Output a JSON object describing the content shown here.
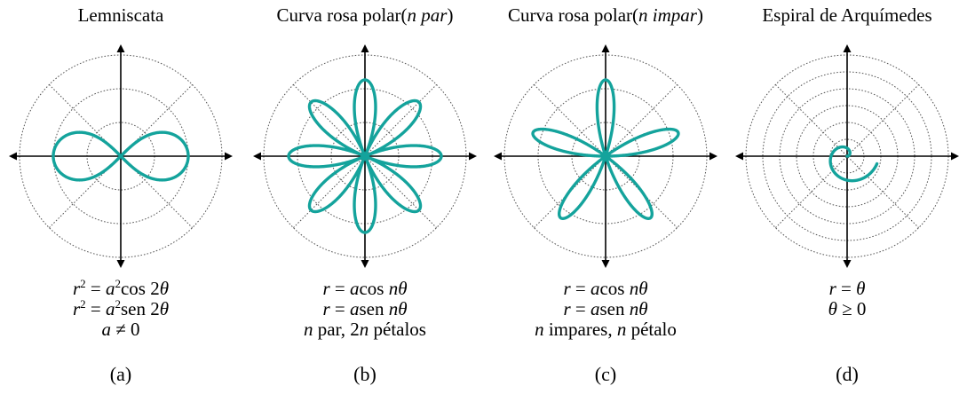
{
  "colors": {
    "curve": "#14A39C",
    "axis": "#000000",
    "grid": "#555555"
  },
  "panels": [
    {
      "id": "lemniscate",
      "title_plain": "Lemniscata",
      "equations": [
        {
          "html": "<i>r</i><sup>2</sup> = <i>a</i><sup>2</sup>cos 2<i>θ</i>"
        },
        {
          "html": "<i>r</i><sup>2</sup> = <i>a</i><sup>2</sup>sen 2<i>θ</i>"
        },
        {
          "html": "<i>a</i> ≠ 0"
        }
      ],
      "tag": "(a)"
    },
    {
      "id": "rose-even",
      "title_prefix": "Curva rosa polar(",
      "title_italic": "n par",
      "title_suffix": ")",
      "equations": [
        {
          "html": "<i>r</i> = <i>a</i>cos <i>nθ</i>"
        },
        {
          "html": "<i>r</i> = <i>a</i>sen <i>nθ</i>"
        },
        {
          "html": "<i>n</i> par, 2<i>n</i> pétalos"
        }
      ],
      "tag": "(b)"
    },
    {
      "id": "rose-odd",
      "title_prefix": "Curva rosa polar(",
      "title_italic": "n impar",
      "title_suffix": ")",
      "equations": [
        {
          "html": "<i>r</i> = <i>a</i>cos <i>nθ</i>"
        },
        {
          "html": "<i>r</i> = <i>a</i>sen <i>nθ</i>"
        },
        {
          "html": "<i>n</i> impares, <i>n</i> pétalo"
        }
      ],
      "tag": "(c)"
    },
    {
      "id": "spiral",
      "title_plain": "Espiral de Arquímedes",
      "equations": [
        {
          "html": "<i>r</i> = <i>θ</i>"
        },
        {
          "html": "<i>θ</i> ≥ 0"
        }
      ],
      "tag": "(d)"
    }
  ]
}
